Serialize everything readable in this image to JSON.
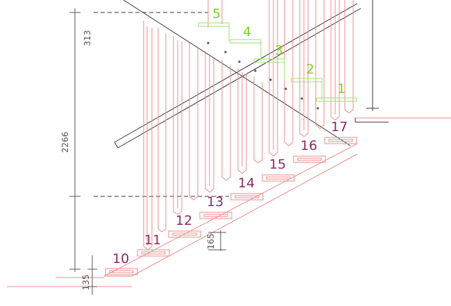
{
  "drawing": {
    "colors": {
      "red": "#f08a8a",
      "green": "#98e070",
      "gray": "#333333",
      "green_label": "#7ed321",
      "purple_label": "#8b2a5f"
    },
    "upper_steps": [
      "5",
      "4",
      "3",
      "2",
      "1"
    ],
    "lower_steps": [
      "17",
      "16",
      "15",
      "14",
      "13",
      "12",
      "11",
      "10"
    ],
    "dimensions": {
      "top": "313",
      "main": "2266",
      "riser": "165",
      "bottom": "135"
    }
  }
}
